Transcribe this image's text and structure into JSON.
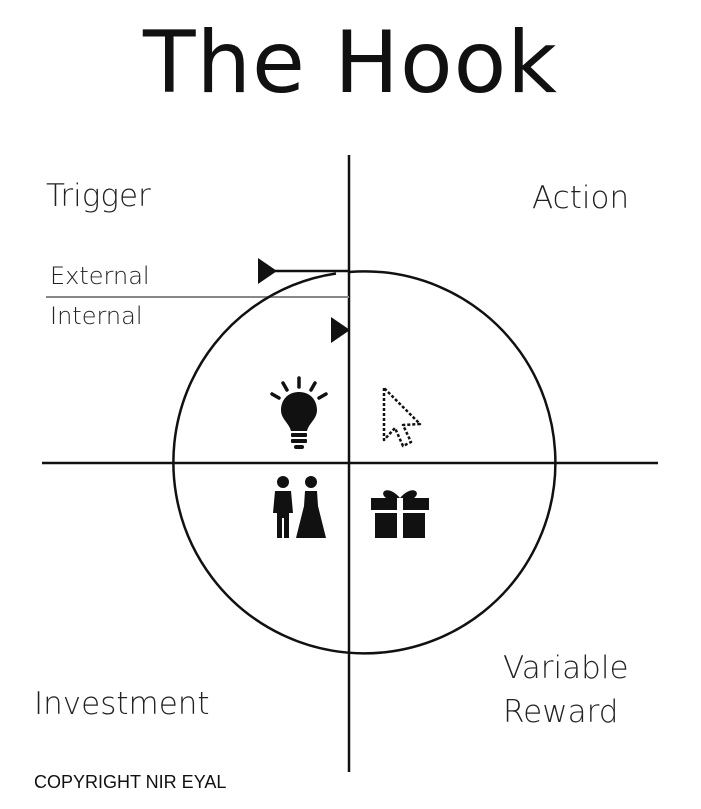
{
  "title": "The Hook",
  "quadrants": {
    "trigger": "Trigger",
    "action": "Action",
    "variable_reward_line1": "Variable",
    "variable_reward_line2": "Reward",
    "investment": "Investment"
  },
  "trigger_types": {
    "external": "External",
    "internal": "Internal"
  },
  "icons": {
    "trigger": "lightbulb-icon",
    "action": "mouse-cursor-icon",
    "variable_reward": "gift-icon",
    "investment": "couple-icon"
  },
  "copyright": "COPYRIGHT NIR EYAL"
}
